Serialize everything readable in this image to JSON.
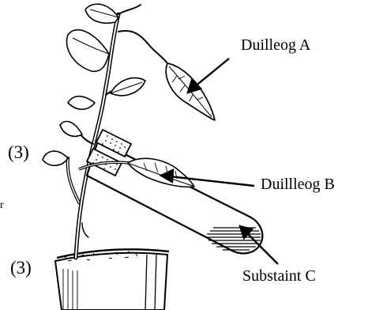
{
  "labels": {
    "leaf_a": "Duilleog A",
    "leaf_b": "Duillleog B",
    "substance_c": "Substaint C"
  },
  "marks": {
    "first": "(3)",
    "second": "(3)",
    "edge_fragment": "r"
  },
  "colors": {
    "ink": "#000000",
    "paper": "#ffffff"
  }
}
